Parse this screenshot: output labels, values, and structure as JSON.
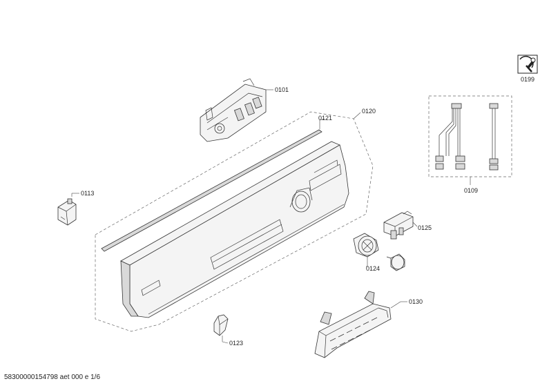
{
  "labels": {
    "p0101": "0101",
    "p0109": "0109",
    "p0113": "0113",
    "p0120": "0120",
    "p0121": "0121",
    "p0123": "0123",
    "p0124": "0124",
    "p0125": "0125",
    "p0130": "0130",
    "p0199": "0199"
  },
  "footer": {
    "doc_id": "58300000154798 aet 000 e 1/6"
  },
  "icons": {
    "service": "wrench-service-icon"
  }
}
